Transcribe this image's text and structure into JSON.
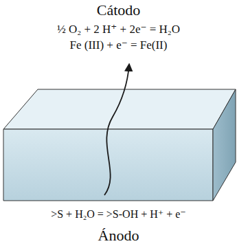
{
  "diagram": {
    "labels": [
      "Cátodo",
      "½ O₂ + 2 H⁺ + 2e⁻ = H₂O",
      "Fe (III) + e⁻ = Fe(II)",
      ">S + H₂O = >S-OH + H⁺ + e⁻",
      "Ánodo"
    ]
  }
}
